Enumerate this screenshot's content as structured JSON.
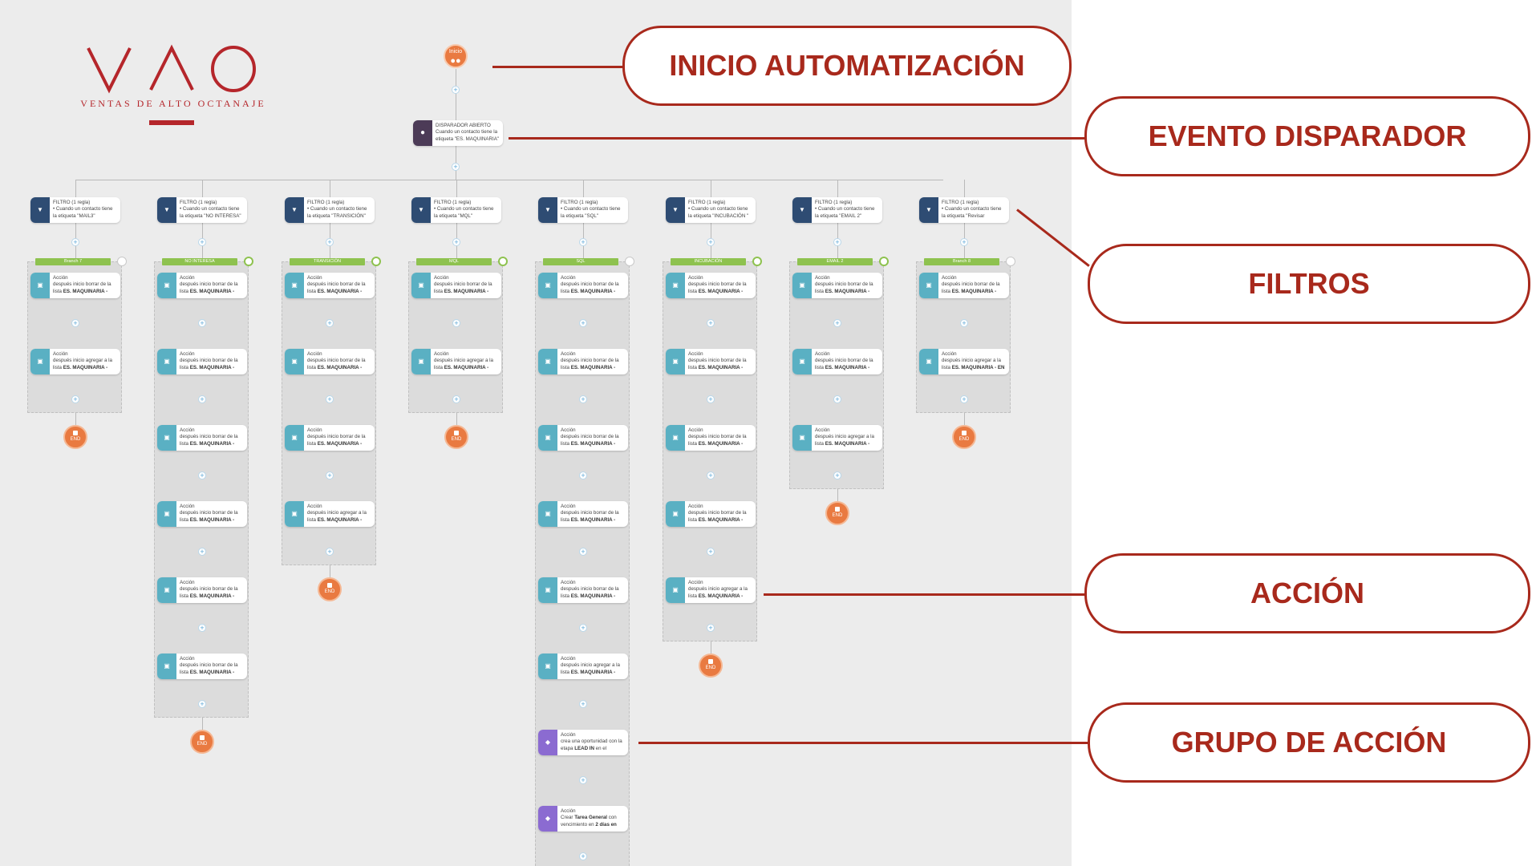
{
  "logo": {
    "text": "VAO",
    "subtitle": "VENTAS DE ALTO OCTANAJE",
    "color": "#b5262b"
  },
  "start_node": {
    "label": "Inicio",
    "icon": "people-icon"
  },
  "trigger": {
    "title": "DISPARADOR ABIERTO",
    "line2": "Cuando un contacto tiene la",
    "line3": "etiqueta \"ES. MAQUINARIA\"",
    "icon": "user-icon"
  },
  "annotations": {
    "inicio": "INICIO AUTOMATIZACIÓN",
    "evento": "EVENTO DISPARADOR",
    "filtros": "FILTROS",
    "accion": "ACCIÓN",
    "grupo": "GRUPO DE ACCIÓN"
  },
  "colors": {
    "annotation": "#a8291c",
    "branch_tab": "#8ec24f",
    "end_node": "#e97a41",
    "filter_icon": "#2e4c73",
    "action_icon": "#5ab0c3",
    "group_icon": "#8b6bd1"
  },
  "end_label": "END",
  "branches": [
    {
      "filter": {
        "title": "FILTRO (1 regla)",
        "l2": "• Cuando un contacto tiene",
        "l3": "la etiqueta \"MAIL3\""
      },
      "tab": "Branch 7",
      "toggle": "off",
      "actions": [
        {
          "title": "Acción",
          "l2": "después inicio borrar de la",
          "l3": "lista ",
          "bold": "ES. MAQUINARIA -",
          "type": "action"
        },
        {
          "title": "Acción",
          "l2": "después inicio agregar a la",
          "l3": "lista ",
          "bold": "ES. MAQUINARIA -",
          "type": "action"
        }
      ]
    },
    {
      "filter": {
        "title": "FILTRO (1 regla)",
        "l2": "• Cuando un contacto tiene",
        "l3": "la etiqueta \"NO INTERESA\""
      },
      "tab": "NO INTERESA",
      "toggle": "on",
      "actions": [
        {
          "title": "Acción",
          "l2": "después inicio borrar de la",
          "l3": "lista ",
          "bold": "ES. MAQUINARIA -",
          "type": "action"
        },
        {
          "title": "Acción",
          "l2": "después inicio borrar de la",
          "l3": "lista ",
          "bold": "ES. MAQUINARIA -",
          "type": "action"
        },
        {
          "title": "Acción",
          "l2": "después inicio borrar de la",
          "l3": "lista ",
          "bold": "ES. MAQUINARIA -",
          "type": "action"
        },
        {
          "title": "Acción",
          "l2": "después inicio borrar de la",
          "l3": "lista ",
          "bold": "ES. MAQUINARIA -",
          "type": "action"
        },
        {
          "title": "Acción",
          "l2": "después inicio borrar de la",
          "l3": "lista ",
          "bold": "ES. MAQUINARIA -",
          "type": "action"
        },
        {
          "title": "Acción",
          "l2": "después inicio borrar de la",
          "l3": "lista ",
          "bold": "ES. MAQUINARIA -",
          "type": "action"
        }
      ]
    },
    {
      "filter": {
        "title": "FILTRO (1 regla)",
        "l2": "• Cuando un contacto tiene",
        "l3": "la etiqueta \"TRANSICIÓN\""
      },
      "tab": "TRANSICIÓN",
      "toggle": "on",
      "actions": [
        {
          "title": "Acción",
          "l2": "después inicio borrar de la",
          "l3": "lista ",
          "bold": "ES. MAQUINARIA -",
          "type": "action"
        },
        {
          "title": "Acción",
          "l2": "después inicio borrar de la",
          "l3": "lista ",
          "bold": "ES. MAQUINARIA -",
          "type": "action"
        },
        {
          "title": "Acción",
          "l2": "después inicio borrar de la",
          "l3": "lista ",
          "bold": "ES. MAQUINARIA -",
          "type": "action"
        },
        {
          "title": "Acción",
          "l2": "después inicio agregar a la",
          "l3": "lista ",
          "bold": "ES. MAQUINARIA -",
          "type": "action"
        }
      ]
    },
    {
      "filter": {
        "title": "FILTRO (1 regla)",
        "l2": "• Cuando un contacto tiene",
        "l3": "la etiqueta \"MQL\""
      },
      "tab": "MQL",
      "toggle": "on",
      "actions": [
        {
          "title": "Acción",
          "l2": "después inicio borrar de la",
          "l3": "lista ",
          "bold": "ES. MAQUINARIA -",
          "type": "action"
        },
        {
          "title": "Acción",
          "l2": "después inicio agregar a la",
          "l3": "lista ",
          "bold": "ES. MAQUINARIA -",
          "type": "action"
        }
      ]
    },
    {
      "filter": {
        "title": "FILTRO (1 regla)",
        "l2": "• Cuando un contacto tiene",
        "l3": "la etiqueta \"SQL\""
      },
      "tab": "SQL",
      "toggle": "off",
      "actions": [
        {
          "title": "Acción",
          "l2": "después inicio borrar de la",
          "l3": "lista ",
          "bold": "ES. MAQUINARIA -",
          "type": "action"
        },
        {
          "title": "Acción",
          "l2": "después inicio borrar de la",
          "l3": "lista ",
          "bold": "ES. MAQUINARIA -",
          "type": "action"
        },
        {
          "title": "Acción",
          "l2": "después inicio borrar de la",
          "l3": "lista ",
          "bold": "ES. MAQUINARIA -",
          "type": "action"
        },
        {
          "title": "Acción",
          "l2": "después inicio borrar de la",
          "l3": "lista ",
          "bold": "ES. MAQUINARIA -",
          "type": "action"
        },
        {
          "title": "Acción",
          "l2": "después inicio borrar de la",
          "l3": "lista ",
          "bold": "ES. MAQUINARIA -",
          "type": "action"
        },
        {
          "title": "Acción",
          "l2": "después inicio agregar a la",
          "l3": "lista ",
          "bold": "ES. MAQUINARIA -",
          "type": "action"
        },
        {
          "title": "Acción",
          "l2": "crea una oportunidad con la",
          "l3": "etapa ",
          "bold": "LEAD IN",
          "tail": " en el",
          "type": "group"
        },
        {
          "title": "Acción",
          "l2": "Crear ",
          "l2bold": "Tarea General",
          "l2tail": " con",
          "l3": "vencimiento en ",
          "bold": "2 días en",
          "type": "group"
        }
      ]
    },
    {
      "filter": {
        "title": "FILTRO (1 regla)",
        "l2": "• Cuando un contacto tiene",
        "l3": "la etiqueta \"INCUBACIÓN \""
      },
      "tab": "INCUBACIÓN",
      "toggle": "on",
      "actions": [
        {
          "title": "Acción",
          "l2": "después inicio borrar de la",
          "l3": "lista ",
          "bold": "ES. MAQUINARIA -",
          "type": "action"
        },
        {
          "title": "Acción",
          "l2": "después inicio borrar de la",
          "l3": "lista ",
          "bold": "ES. MAQUINARIA -",
          "type": "action"
        },
        {
          "title": "Acción",
          "l2": "después inicio borrar de la",
          "l3": "lista ",
          "bold": "ES. MAQUINARIA -",
          "type": "action"
        },
        {
          "title": "Acción",
          "l2": "después inicio borrar de la",
          "l3": "lista ",
          "bold": "ES. MAQUINARIA -",
          "type": "action"
        },
        {
          "title": "Acción",
          "l2": "después inicio agregar a la",
          "l3": "lista ",
          "bold": "ES. MAQUINARIA -",
          "type": "action"
        }
      ]
    },
    {
      "filter": {
        "title": "FILTRO (1 regla)",
        "l2": "• Cuando un contacto tiene",
        "l3": "la etiqueta \"EMAIL 2\""
      },
      "tab": "EMAIL 2",
      "toggle": "on",
      "actions": [
        {
          "title": "Acción",
          "l2": "después inicio borrar de la",
          "l3": "lista ",
          "bold": "ES. MAQUINARIA -",
          "type": "action"
        },
        {
          "title": "Acción",
          "l2": "después inicio borrar de la",
          "l3": "lista ",
          "bold": "ES. MAQUINARIA -",
          "type": "action"
        },
        {
          "title": "Acción",
          "l2": "después inicio agregar a la",
          "l3": "lista ",
          "bold": "ES. MAQUINARIA -",
          "type": "action"
        }
      ]
    },
    {
      "filter": {
        "title": "FILTRO (1 regla)",
        "l2": "• Cuando un contacto tiene",
        "l3": "la etiqueta \"Revisar"
      },
      "tab": "Branch 8",
      "toggle": "off",
      "actions": [
        {
          "title": "Acción",
          "l2": "después inicio borrar de la",
          "l3": "lista ",
          "bold": "ES. MAQUINARIA -",
          "type": "action"
        },
        {
          "title": "Acción",
          "l2": "después inicio agregar a la",
          "l3": "lista ",
          "bold": "ES. MAQUINARIA - EN",
          "type": "action"
        }
      ]
    }
  ]
}
